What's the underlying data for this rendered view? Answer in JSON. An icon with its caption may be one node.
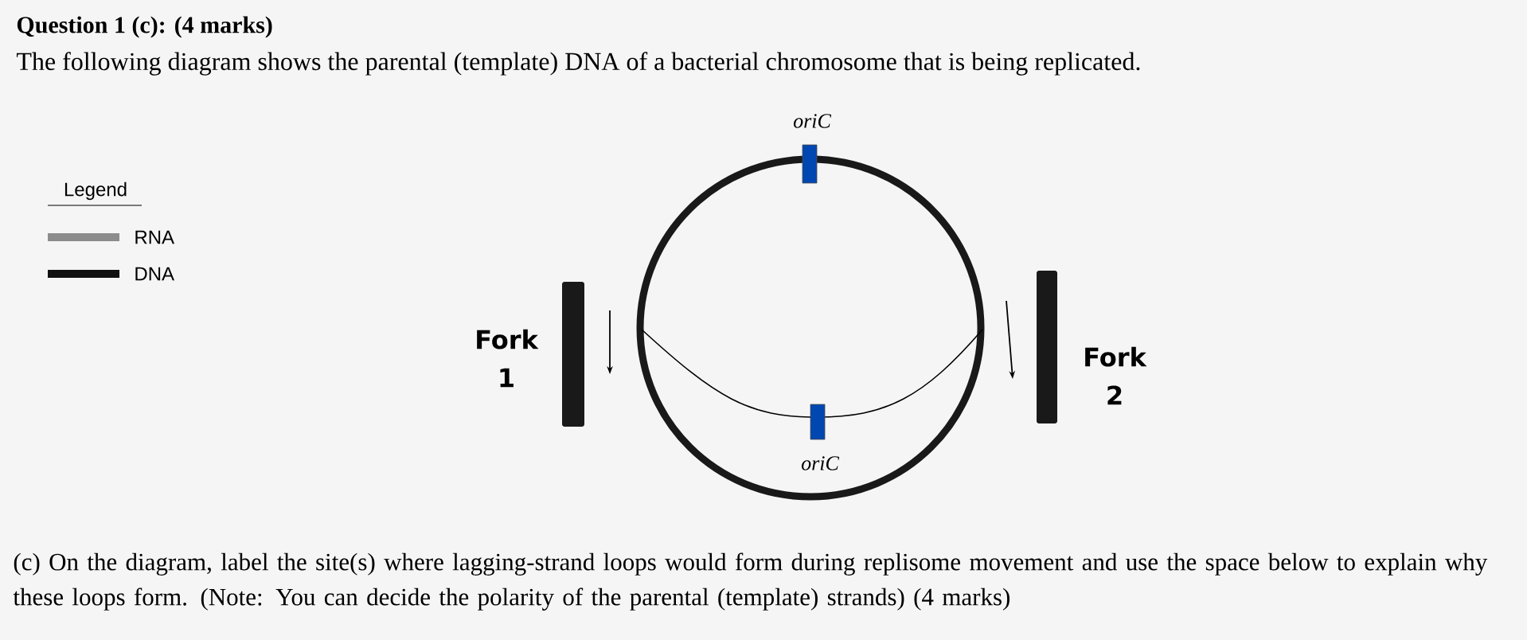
{
  "diagram": {
    "title": "Question 1 (c): (4 marks)",
    "nodes": [
      {
        "text": [],
        "shape": "bar"
      },
      {
        "text": [],
        "shape": "bar"
      }
    ],
    "labels": [
      "The following diagram shows the parental (template) DNA of a bacterial chromosome that is being replicated.",
      "oriC",
      "Legend",
      "Fork 1",
      "Fork 2",
      "oriC",
      "(c) On the diagram, label the site(s) where lagging-strand loops would form during replisome movement and use the space below to explain why these loops form. (Note: You can decide the polarity of the parental (template) strands) (4 marks)"
    ],
    "legend": [
      {
        "text": "RNA",
        "color": "#8c8c8c"
      },
      {
        "text": "DNA",
        "color": "#111111"
      }
    ]
  }
}
